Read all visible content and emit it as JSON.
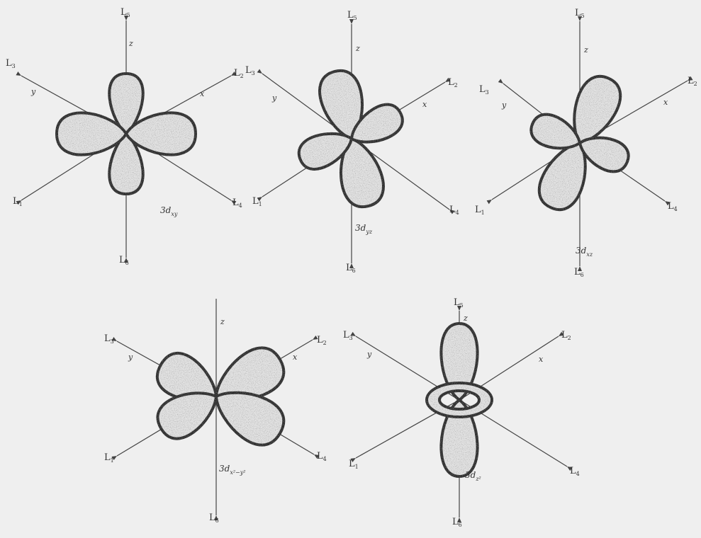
{
  "colors": {
    "background": "#efefef",
    "axis": "#444444",
    "lobe_stroke": "#2e2e2e",
    "lobe_fill": "#e2e2e2",
    "text": "#333333"
  },
  "ligands": {
    "l1": {
      "base": "L",
      "sub": "1"
    },
    "l2": {
      "base": "L",
      "sub": "2"
    },
    "l3": {
      "base": "L",
      "sub": "3"
    },
    "l4": {
      "base": "L",
      "sub": "4"
    },
    "l5": {
      "base": "L",
      "sub": "5"
    },
    "l6": {
      "base": "L",
      "sub": "6"
    }
  },
  "axes": {
    "x": "x",
    "y": "y",
    "z": "z"
  },
  "orbitals": [
    {
      "id": "dxy",
      "caption": {
        "base": "3d",
        "sub": "xy"
      }
    },
    {
      "id": "dyz",
      "caption": {
        "base": "3d",
        "sub": "yz"
      }
    },
    {
      "id": "dxz",
      "caption": {
        "base": "3d",
        "sub": "xz"
      }
    },
    {
      "id": "dx2y2",
      "caption": {
        "base": "3d",
        "sub": "x²−y²"
      }
    },
    {
      "id": "dz2",
      "caption": {
        "base": "3d",
        "sub": "z²"
      }
    }
  ]
}
